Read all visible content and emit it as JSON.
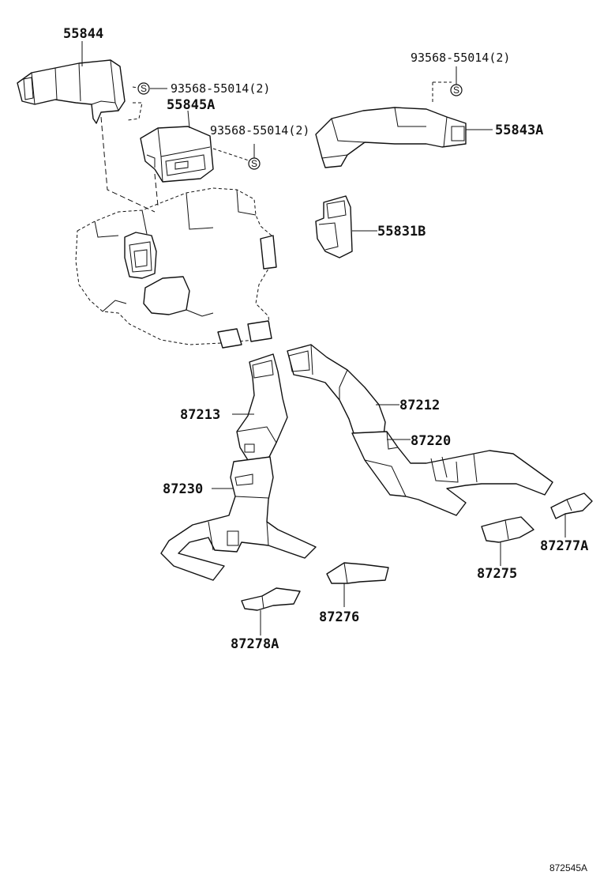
{
  "labels": {
    "p55844": "55844",
    "screw1": "93568-55014(2)",
    "p55845A": "55845A",
    "screw2": "93568-55014(2)",
    "screw3": "93568-55014(2)",
    "p55843A": "55843A",
    "p55831B": "55831B",
    "p87213": "87213",
    "p87212": "87212",
    "p87220": "87220",
    "p87230": "87230",
    "p87277A": "87277A",
    "p87275": "87275",
    "p87276": "87276",
    "p87278A": "87278A",
    "screw_symbol": "S"
  },
  "reference_code": "872545A"
}
